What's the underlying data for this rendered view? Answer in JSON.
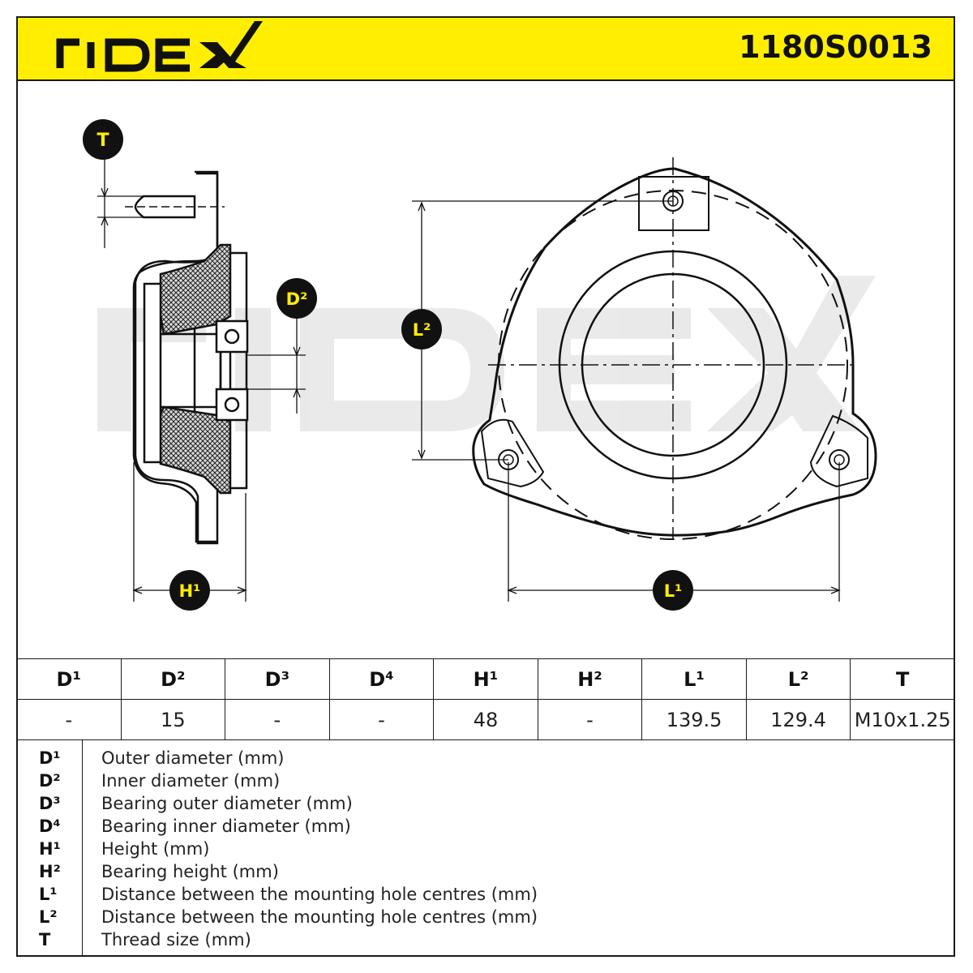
{
  "brand": "RIDEX",
  "part_number": "1180S0013",
  "watermark": "RIDEX",
  "callouts": {
    "T": "T",
    "D2": "D²",
    "L2": "L²",
    "H1": "H¹",
    "L1": "L¹"
  },
  "colors": {
    "header_bg": "#ffee00",
    "badge_bg": "#111111",
    "badge_text": "#ffee00",
    "watermark": "#e6e6e6"
  },
  "table": {
    "headers": [
      "D¹",
      "D²",
      "D³",
      "D⁴",
      "H¹",
      "H²",
      "L¹",
      "L²",
      "T"
    ],
    "values": [
      "-",
      "15",
      "-",
      "-",
      "48",
      "-",
      "139.5",
      "129.4",
      "M10x1.25"
    ]
  },
  "legend": [
    {
      "code": "D¹",
      "desc": "Outer diameter (mm)"
    },
    {
      "code": "D²",
      "desc": "Inner diameter (mm)"
    },
    {
      "code": "D³",
      "desc": "Bearing outer diameter (mm)"
    },
    {
      "code": "D⁴",
      "desc": "Bearing inner diameter (mm)"
    },
    {
      "code": "H¹",
      "desc": "Height (mm)"
    },
    {
      "code": "H²",
      "desc": "Bearing height (mm)"
    },
    {
      "code": "L¹",
      "desc": "Distance between the mounting hole centres (mm)"
    },
    {
      "code": "L²",
      "desc": "Distance between the mounting hole centres (mm)"
    },
    {
      "code": "T",
      "desc": "Thread size (mm)"
    }
  ]
}
